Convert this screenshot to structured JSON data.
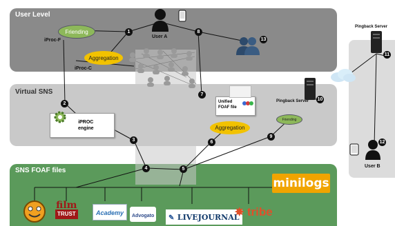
{
  "layers": {
    "user_level": "User Level",
    "virtual_sns": "Virtual SNS",
    "foaf_files": "SNS FOAF files"
  },
  "ovals": {
    "friending_top": "Friending",
    "aggregation_top": "Aggregation",
    "aggregation_mid": "Aggregation",
    "friending_small": "Friending"
  },
  "labels": {
    "iproc_f": "iProc-F",
    "iproc_c": "iProc-C",
    "user_a": "User A",
    "user_b": "User B",
    "pingback_server_top": "Pingback Server",
    "pingback_server_mid": "Pingback Server",
    "iproc_engine": "iPROC\nengine",
    "unified_foaf": "Unified\nFOAF file"
  },
  "steps": [
    "1",
    "2",
    "3",
    "4",
    "5",
    "6",
    "7",
    "8",
    "9",
    "10",
    "11",
    "12",
    "13"
  ],
  "logos": {
    "minilogs": "minilogs",
    "film": "film",
    "trust": "TRUST",
    "academy": "Academy",
    "advogato": "Advogato",
    "livejournal": "LIVEJOURNAL",
    "tribe": "tribe"
  },
  "colors": {
    "user_band": "#8a8a8a",
    "virtual_band": "#c9c9c9",
    "foaf_band": "#5b9a5b",
    "friending_oval": "#8db85a",
    "aggregation_oval": "#f2c200",
    "minilogs_bg": "#f0a400",
    "tribe": "#e0502a"
  }
}
